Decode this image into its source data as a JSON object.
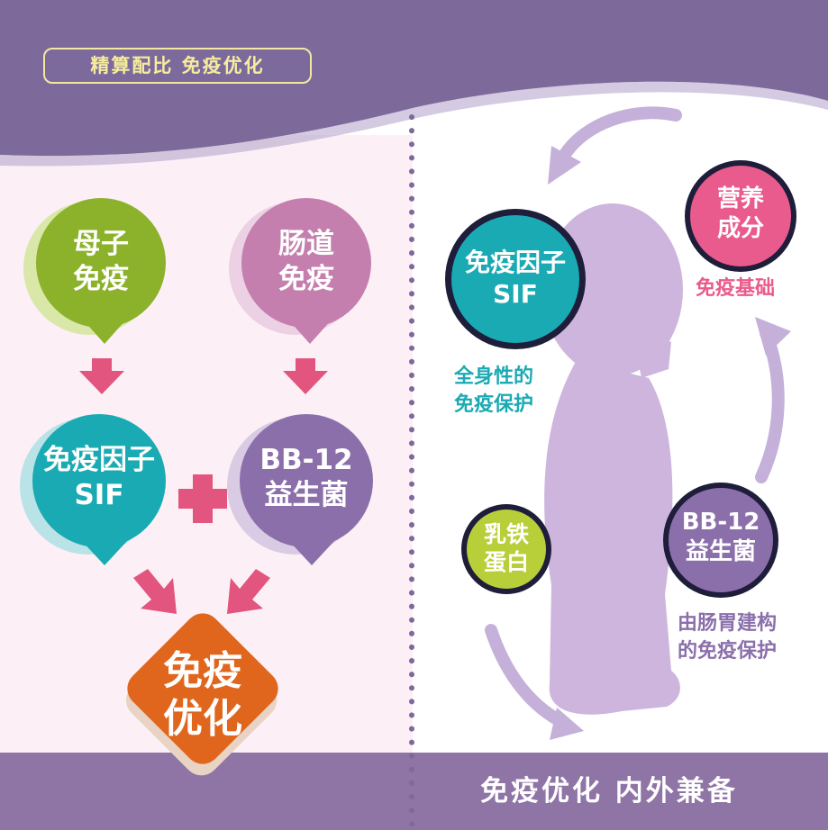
{
  "header": {
    "tag": "精算配比  免疫优化"
  },
  "left_flow": {
    "source_1": [
      "母子",
      "免疫"
    ],
    "source_2": [
      "肠道",
      "免疫"
    ],
    "component_1": [
      "免疫因子",
      "SIF"
    ],
    "component_2": [
      "BB-12",
      "益生菌"
    ],
    "result": [
      "免疫",
      "优化"
    ]
  },
  "right_panel": {
    "sif": [
      "免疫因子",
      "SIF"
    ],
    "nutrition": [
      "营养",
      "成分"
    ],
    "nutrition_caption": "免疫基础",
    "sif_caption": [
      "全身性的",
      "免疫保护"
    ],
    "lactoferrin": [
      "乳铁",
      "蛋白"
    ],
    "bb12": [
      "BB-12",
      "益生菌"
    ],
    "bb12_caption": [
      "由肠胃建构",
      "的免疫保护"
    ]
  },
  "footer": {
    "slogan": "免疫优化   内外兼备"
  },
  "colors": {
    "purple_band": "#7d6a9b",
    "pink_bg": "#fcf0f6",
    "green": "#8cb12b",
    "mauve": "#c47fae",
    "teal": "#1aaab3",
    "violet": "#8b6fab",
    "orange": "#e0661e",
    "magenta": "#e2557f",
    "lime": "#b9cf3a",
    "hot_pink": "#e95b8c",
    "silhouette": "#cdb5dd"
  }
}
